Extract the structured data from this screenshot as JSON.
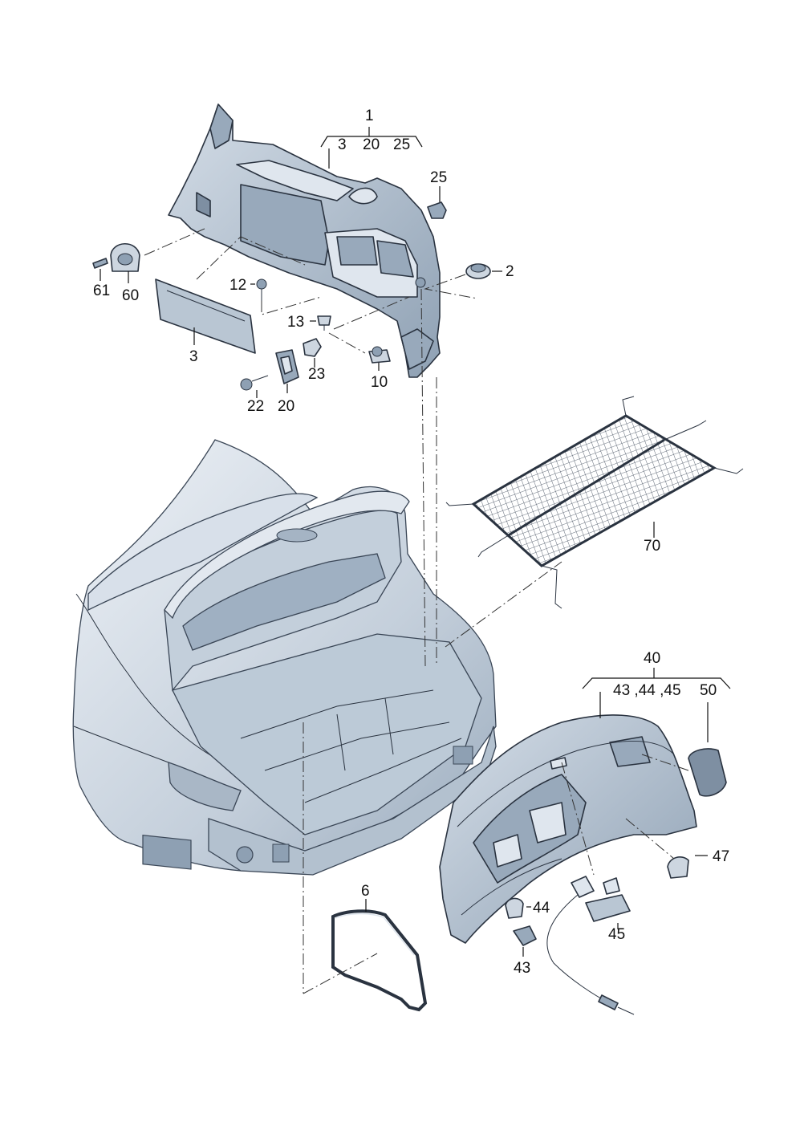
{
  "callouts": {
    "c1": "1",
    "c3a": "3",
    "c20a": "20",
    "c25a": "25",
    "c25": "25",
    "c2": "2",
    "c61": "61",
    "c60": "60",
    "c12": "12",
    "c13": "13",
    "c3": "3",
    "c23": "23",
    "c10": "10",
    "c22": "22",
    "c20": "20",
    "c70": "70",
    "c40": "40",
    "c4345": "43 ,44 ,45",
    "c50": "50",
    "c47": "47",
    "c6": "6",
    "c44": "44",
    "c45": "45",
    "c43": "43"
  },
  "colors": {
    "trim_light": "#dfe6ee",
    "trim_mid": "#b9c6d3",
    "trim_dark": "#98a9bb",
    "body_fill": "#cdd6e0",
    "line": "#2a3340"
  }
}
